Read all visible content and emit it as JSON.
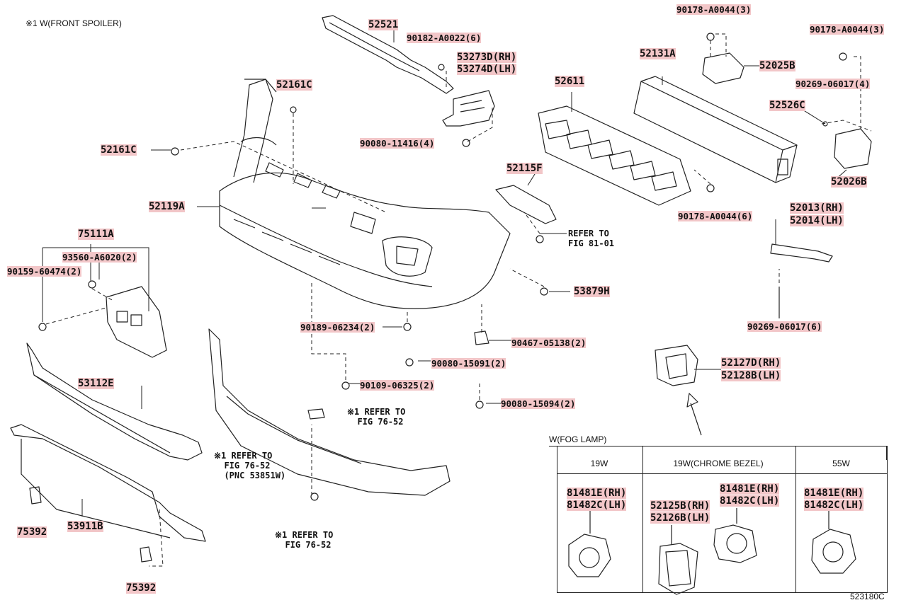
{
  "header": {
    "front_spoiler_note": "※1 W(FRONT SPOILER)"
  },
  "diagram_id": "523180C",
  "colors": {
    "ink": "#111111",
    "part_highlight": "#f2c6c8",
    "background": "#ffffff"
  },
  "parts": [
    {
      "code": "52521"
    },
    {
      "code": "90182-A0022(6)"
    },
    {
      "code": "53273D(RH)"
    },
    {
      "code": "53274D(LH)"
    },
    {
      "code": "90080-11416(4)"
    },
    {
      "code": "52161C"
    },
    {
      "code": "52161C"
    },
    {
      "code": "52119A"
    },
    {
      "code": "90178-A0044(3)"
    },
    {
      "code": "90178-A0044(3)"
    },
    {
      "code": "52131A"
    },
    {
      "code": "52025B"
    },
    {
      "code": "52611"
    },
    {
      "code": "90269-06017(4)"
    },
    {
      "code": "52526C"
    },
    {
      "code": "52026B"
    },
    {
      "code": "52115F"
    },
    {
      "code": "90178-A0044(6)"
    },
    {
      "code": "52013(RH)"
    },
    {
      "code": "52014(LH)"
    },
    {
      "code": "75111A"
    },
    {
      "code": "93560-A6020(2)"
    },
    {
      "code": "90159-60474(2)"
    },
    {
      "code": "53879H"
    },
    {
      "code": "90269-06017(6)"
    },
    {
      "code": "90189-06234(2)"
    },
    {
      "code": "90467-05138(2)"
    },
    {
      "code": "90080-15091(2)"
    },
    {
      "code": "52127D(RH)"
    },
    {
      "code": "52128B(LH)"
    },
    {
      "code": "90109-06325(2)"
    },
    {
      "code": "53112E"
    },
    {
      "code": "90080-15094(2)"
    },
    {
      "code": "75392"
    },
    {
      "code": "53911B"
    },
    {
      "code": "75392"
    }
  ],
  "references": {
    "fig81": [
      "REFER TO",
      "FIG 81-01"
    ],
    "ref1": [
      "※1 REFER TO",
      "FIG 76-52"
    ],
    "ref2": [
      "※1 REFER TO",
      "FIG 76-52",
      "(PNC 53851W)"
    ],
    "ref3": [
      "※1 REFER TO",
      "FIG 76-52"
    ]
  },
  "fog_lamp": {
    "title": "W(FOG LAMP)",
    "columns": [
      {
        "header": "19W",
        "parts": [
          "81481E(RH)",
          "81482C(LH)"
        ]
      },
      {
        "header": "19W(CHROME BEZEL)",
        "parts": [
          "52125B(RH)",
          "52126B(LH)",
          "81481E(RH)",
          "81482C(LH)"
        ]
      },
      {
        "header": "55W",
        "parts": [
          "81481E(RH)",
          "81482C(LH)"
        ]
      }
    ]
  }
}
